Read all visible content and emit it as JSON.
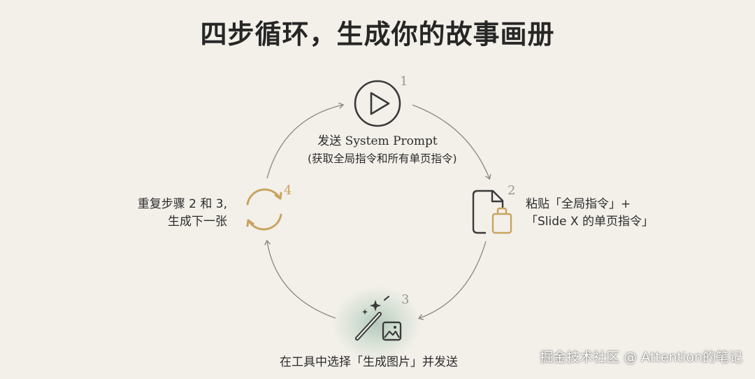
{
  "title": "四步循环，生成你的故事画册",
  "steps": [
    {
      "number": "1",
      "icon": "play-circle-icon",
      "line1": "发送 System Prompt",
      "line2": "(获取全局指令和所有单页指令)"
    },
    {
      "number": "2",
      "icon": "document-clipboard-icon",
      "line1": "粘贴「全局指令」+",
      "line2": "「Slide X 的单页指令」"
    },
    {
      "number": "3",
      "icon": "magic-wand-image-icon",
      "line1": "在工具中选择「生成图片」并发送"
    },
    {
      "number": "4",
      "icon": "refresh-cycle-icon",
      "line1": "重复步骤 2 和 3,",
      "line2": "生成下一张"
    }
  ],
  "colors": {
    "background": "#f3f0ea",
    "icon_dark": "#3a3a3a",
    "accent_gold": "#c8a460",
    "number_gray": "#9a958e",
    "glow_green": "#8fb8a3"
  },
  "watermark": "掘金技术社区 @ Attention的笔记"
}
